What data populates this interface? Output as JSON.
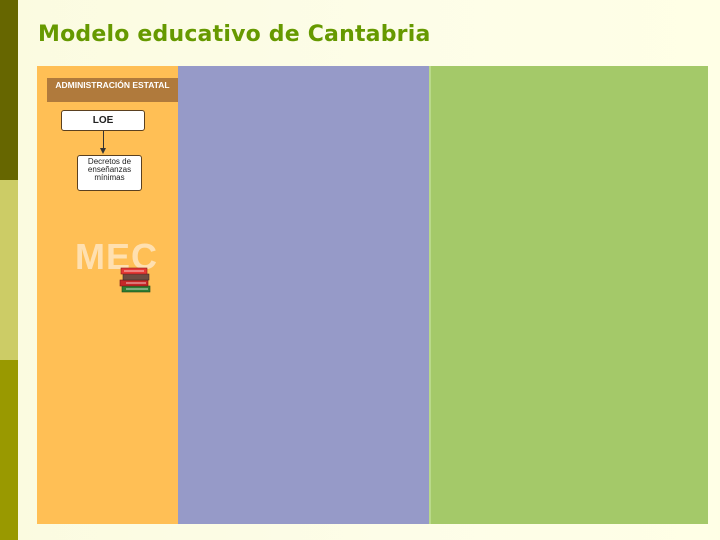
{
  "slide": {
    "title": "Modelo educativo de Cantabria"
  },
  "diagram": {
    "admin_header": "ADMINISTRACIÓN ESTATAL",
    "law_box": "LOE",
    "decree_box": "Decretos de enseñanzas mínimas",
    "authority_label": "MEC",
    "books_icon": "books-stack-icon"
  },
  "colors": {
    "title": "#669900",
    "panel_orange": "#ffbf55",
    "panel_purple": "#969ac8",
    "panel_green": "#a4c969",
    "header_brown": "#b07a3c",
    "sidebar_dark": "#666600",
    "sidebar_light": "#cccc66",
    "sidebar_olive": "#999900"
  }
}
